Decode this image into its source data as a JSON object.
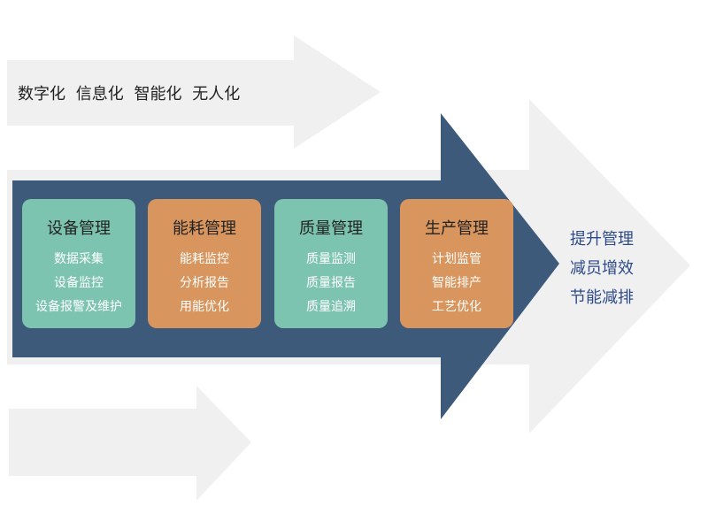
{
  "headline": [
    "数字化",
    "信息化",
    "智能化",
    "无人化"
  ],
  "modules": [
    {
      "title": "设备管理",
      "items": [
        "数据采集",
        "设备监控",
        "设备报警及维护"
      ],
      "color": "#7cc4af"
    },
    {
      "title": "能耗管理",
      "items": [
        "能耗监控",
        "分析报告",
        "用能优化"
      ],
      "color": "#d8955d"
    },
    {
      "title": "质量管理",
      "items": [
        "质量监测",
        "质量报告",
        "质量追溯"
      ],
      "color": "#7cc4af"
    },
    {
      "title": "生产管理",
      "items": [
        "计划监管",
        "智能排产",
        "工艺优化"
      ],
      "color": "#d8955d"
    }
  ],
  "outcomes": [
    "提升管理",
    "减员增效",
    "节能减排"
  ],
  "colors": {
    "main_arrow": "#3d5a7a",
    "ghost_arrow": "#f0f0f0",
    "outcome_text": "#2d4a8a"
  }
}
